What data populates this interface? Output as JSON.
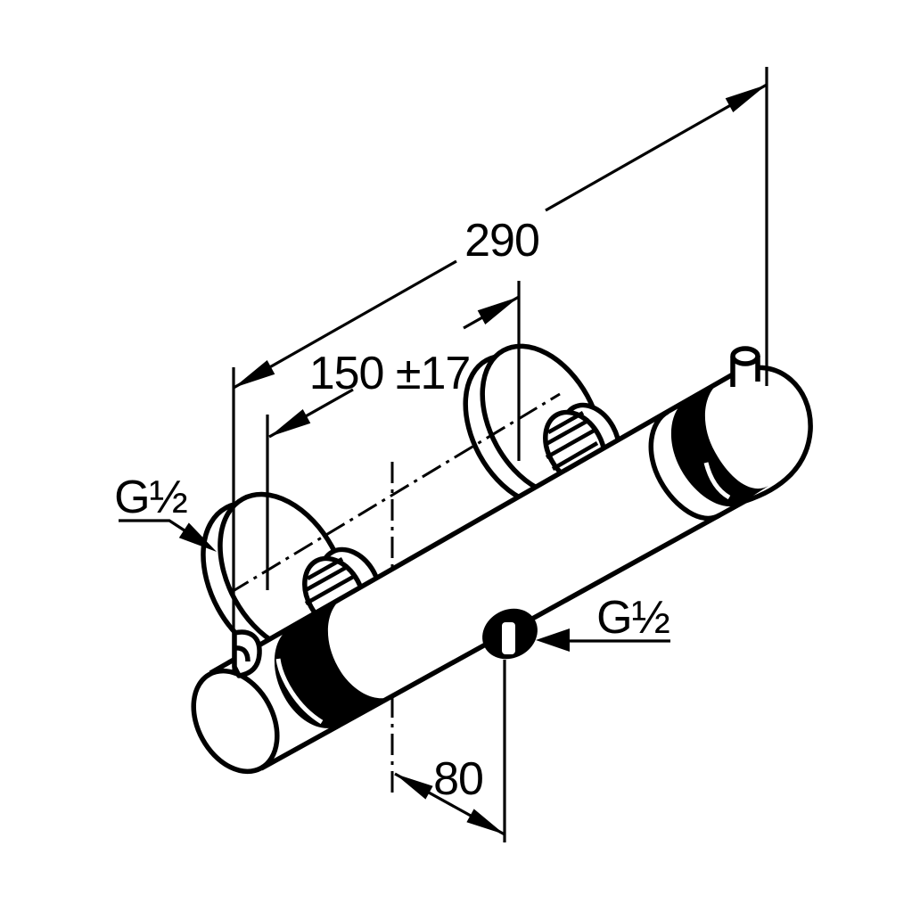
{
  "page": {
    "background_color": "#ffffff",
    "line_color": "#000000",
    "description": "Isometric technical dimension drawing of a wall-mounted thermostatic shower mixer"
  },
  "labels": {
    "overall_dimension": "290",
    "connection_spacing": "150 ±17",
    "outlet_offset": "80",
    "wall_connection_thread": "G½",
    "outlet_thread": "G½"
  }
}
